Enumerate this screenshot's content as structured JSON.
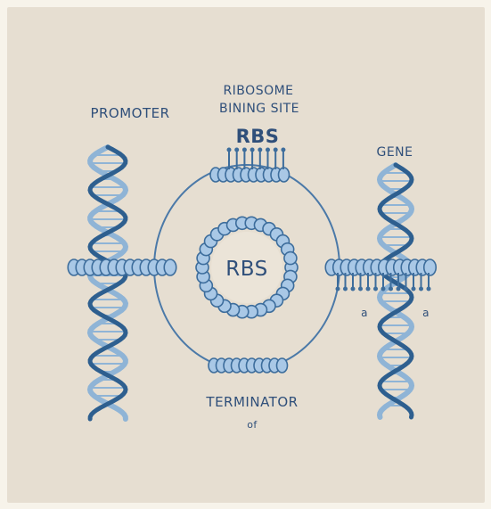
{
  "labels": {
    "promoter": "PROMOTER",
    "rbs_title_line1": "RIBOSOME",
    "rbs_title_line2": "BINING SITE",
    "rbs_short": "RBS",
    "rbs_center": "RBS",
    "gene": "GENE",
    "terminator": "TERMINATOR",
    "terminator_sub": "of",
    "gene_side_left": "a",
    "gene_side_right": "a"
  },
  "colors": {
    "background": "#f7f3ea",
    "panel": "#e6ded1",
    "strand_dark": "#2e5f8f",
    "strand_light": "#8fb4d6",
    "bead_fill": "#a9c8e6",
    "bead_stroke": "#3d6d9c",
    "text": "#2f4f7a"
  },
  "icons": [
    "dna-helix-icon",
    "ribosome-ring-icon",
    "bead-chain-icon"
  ]
}
